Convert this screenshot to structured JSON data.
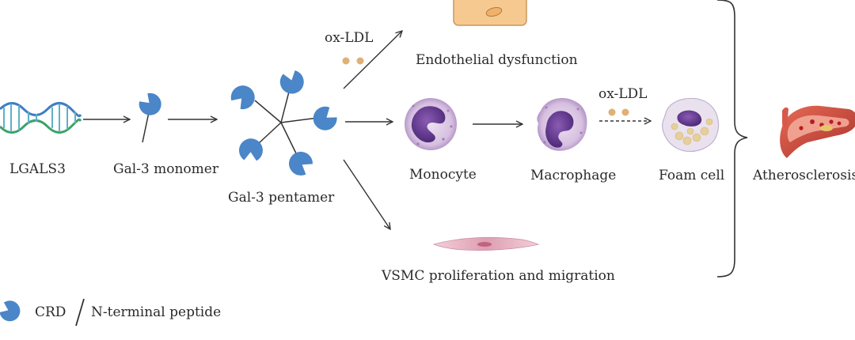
{
  "labels": {
    "gene": "LGALS3",
    "monomer": "Gal-3 monomer",
    "pentamer": "Gal-3 pentamer",
    "oxldl_top": "ox-LDL",
    "oxldl_right": "ox-LDL",
    "endothelial": "Endothelial dysfunction",
    "monocyte": "Monocyte",
    "macrophage": "Macrophage",
    "foam": "Foam cell",
    "athero": "Atherosclerosis",
    "vsmc": "VSMC proliferation and migration"
  },
  "legend": {
    "crd": "CRD",
    "nterm": "N-terminal peptide"
  },
  "colors": {
    "crd_blue": "#4a86c8",
    "dna_green": "#3aa36a",
    "dna_blue": "#3f7dc4",
    "oxldl_dot": "#e0b075",
    "endothelial_cell": "#f5c98f",
    "cell_purple": "#6b3d96",
    "cell_body": "#d8c3e2",
    "vsmc_pink": "#e3aaba",
    "artery_red": "#c9413c",
    "line": "#333333"
  }
}
